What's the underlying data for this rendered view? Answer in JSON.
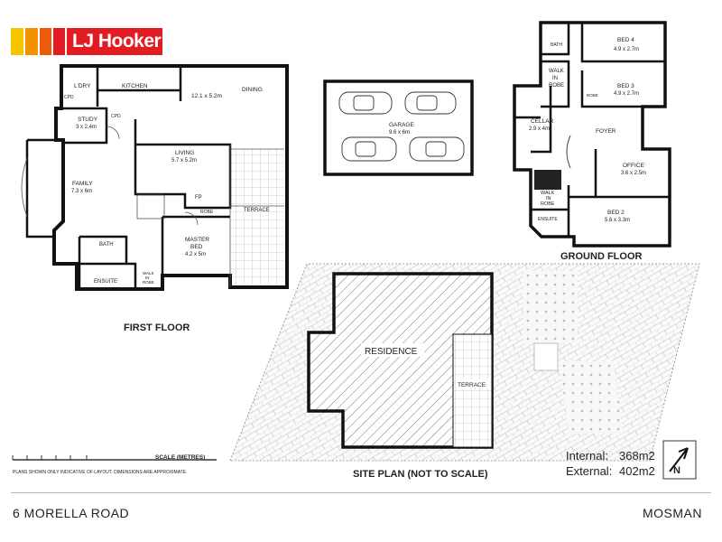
{
  "brand": {
    "name": "LJ Hooker",
    "stripe_colors": [
      "#f7c400",
      "#f39200",
      "#ea5b0c",
      "#e31b23"
    ],
    "brand_color": "#e31b23"
  },
  "first_floor": {
    "title": "FIRST FLOOR",
    "rooms": {
      "ldry": "L'DRY",
      "kitchen": "KITCHEN",
      "dining_label": "DINING",
      "dining_dims": "12.1 x 5.2m",
      "study_label": "STUDY",
      "study_dims": "3 x 2.4m",
      "cpd1": "CPD",
      "cpd2": "CPD",
      "living_label": "LIVING",
      "living_dims": "5.7 x 5.2m",
      "family_label": "FAMILY",
      "family_dims": "7.3 x 6m",
      "fp": "FP",
      "robe": "ROBE",
      "terrace": "TERRACE",
      "master_label1": "MASTER",
      "master_label2": "BED",
      "master_dims": "4.2 x 5m",
      "bath": "BATH",
      "ensuite": "ENSUITE",
      "walk_in_robe": [
        "WALK",
        "IN",
        "ROBE"
      ]
    }
  },
  "garage": {
    "label": "GARAGE",
    "dims": "9.6 x 6m"
  },
  "ground_floor": {
    "title": "GROUND FLOOR",
    "rooms": {
      "bed4_label": "BED 4",
      "bed4_dims": "4.9 x 2.7m",
      "bed3_label": "BED 3",
      "bed3_dims": "4.9 x 2.7m",
      "bath": "BATH",
      "walk_in_robe": [
        "WALK",
        "IN",
        "ROBE"
      ],
      "robe": "ROBE",
      "cellar_label": "CELLAR",
      "cellar_dims": "2.9 x 4m",
      "foyer": "FOYER",
      "office_label": "OFFICE",
      "office_dims": "3.6 x 2.5m",
      "walk_in_robe2": [
        "WALK",
        "IN",
        "ROBE"
      ],
      "ensuite": "ENSUITE",
      "bed2_label": "BED 2",
      "bed2_dims": "5.6 x 3.3m"
    }
  },
  "site_plan": {
    "title": "SITE PLAN (NOT TO SCALE)",
    "residence": "RESIDENCE",
    "terrace": "TERRACE"
  },
  "scale": {
    "label": "SCALE (METRES)"
  },
  "disclaimer": "PLANS SHOWN ONLY INDICATIVE OF LAYOUT.  DIMENSIONS ARE APPROXIMATE.",
  "areas": {
    "internal_label": "Internal:",
    "internal_value": "368m2",
    "external_label": "External:",
    "external_value": "402m2"
  },
  "north_icon": "north-arrow-icon",
  "footer": {
    "address": "6 MORELLA ROAD",
    "suburb": "MOSMAN"
  }
}
